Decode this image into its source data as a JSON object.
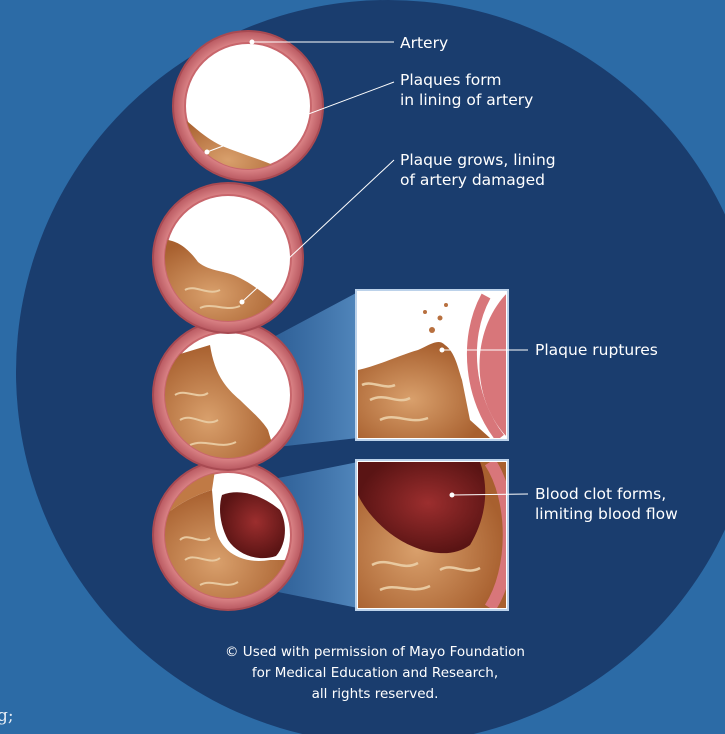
{
  "labels": {
    "artery": "Artery",
    "plaques_form": "Plaques form\nin lining of artery",
    "plaque_grows": "Plaque grows, lining\nof artery damaged",
    "plaque_ruptures": "Plaque ruptures",
    "blood_clot": "Blood clot  forms,\nlimiting blood flow"
  },
  "credit": "© Used with permission of Mayo Foundation\nfor Medical Education and Research,\nall rights reserved.",
  "stray_text": "g;",
  "colors": {
    "background": "#2c6ba6",
    "circle": "#1a3d6e",
    "artery_wall": "#d8767a",
    "artery_wall_edge": "#a84a52",
    "lumen": "#ffffff",
    "plaque": "#b8703f",
    "plaque_light": "#d29a64",
    "clot": "#7a2020",
    "leader_line": "#ffffff"
  },
  "icons": [
    "artery-cross-section",
    "plaque-rupture-inset",
    "blood-clot-inset"
  ]
}
